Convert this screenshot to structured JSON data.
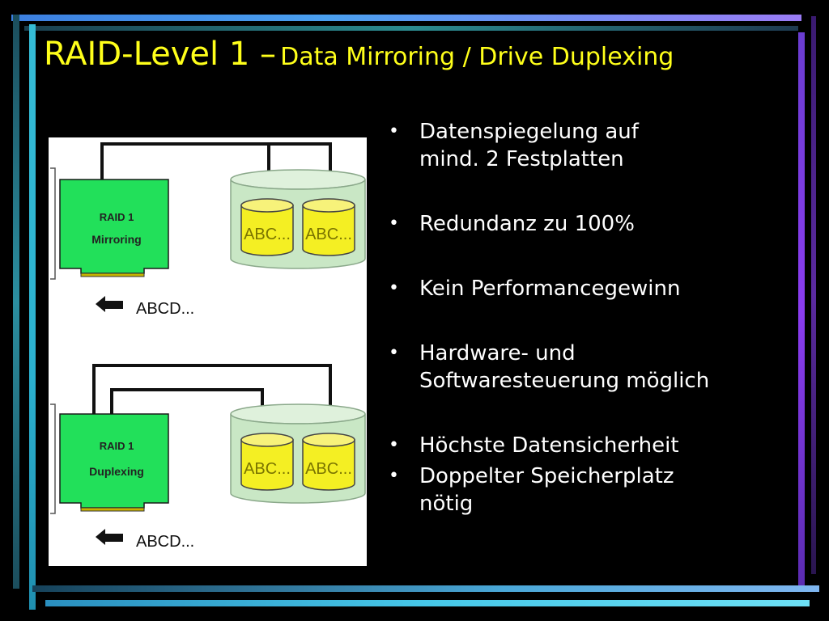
{
  "slide": {
    "title_main": "RAID-Level 1 –",
    "title_sub": "Data Mirroring / Drive Duplexing"
  },
  "diagram": {
    "mirroring": {
      "controller_label_1": "RAID 1",
      "controller_label_2": "Mirroring",
      "disk_1_label": "ABC...",
      "disk_2_label": "ABC...",
      "data_label": "ABCD..."
    },
    "duplexing": {
      "controller_label_1": "RAID 1",
      "controller_label_2": "Duplexing",
      "disk_1_label": "ABC...",
      "disk_2_label": "ABC...",
      "data_label": "ABCD..."
    },
    "colors": {
      "controller": "#22e05a",
      "disk": "#f4ef23",
      "enclosure": "#c9e7c5"
    }
  },
  "bullets": [
    {
      "line1": "Datenspiegelung auf",
      "line2": "mind. 2 Festplatten"
    },
    {
      "line1": "Redundanz zu 100%",
      "line2": ""
    },
    {
      "line1": "Kein Performancegewinn",
      "line2": ""
    },
    {
      "line1": "Hardware- und",
      "line2": "Softwaresteuerung möglich"
    },
    {
      "line1": "Höchste Datensicherheit",
      "line2": ""
    },
    {
      "line1": "Doppelter Speicherplatz",
      "line2": "nötig"
    }
  ],
  "colors": {
    "background": "#000000",
    "title": "#ffff1a",
    "text": "#ffffff"
  }
}
